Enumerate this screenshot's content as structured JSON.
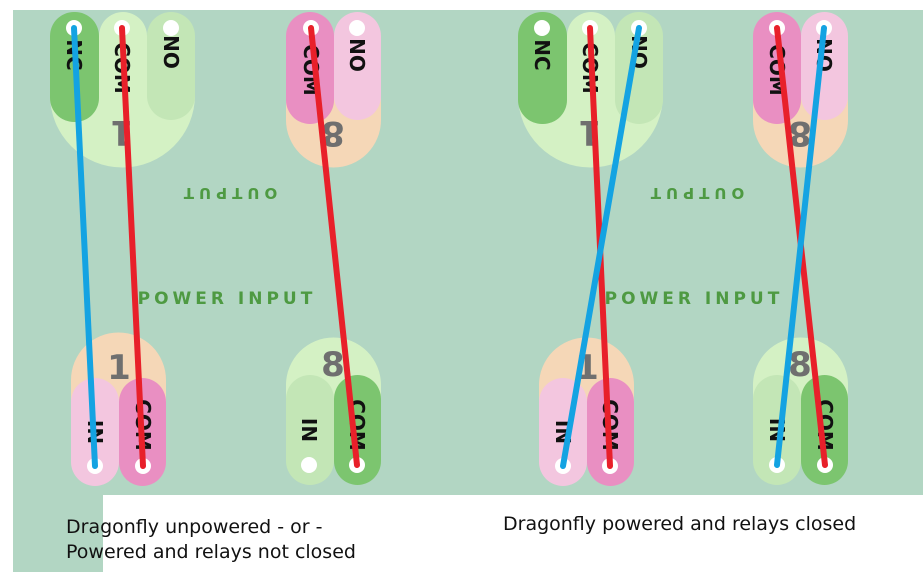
{
  "diagram": {
    "title": "",
    "panels": [
      {
        "section_output": "OUTPUT",
        "section_power": "POWER INPUT",
        "output_relay_1": {
          "number": "1",
          "pins": [
            "NC",
            "COM",
            "NO"
          ]
        },
        "output_relay_8": {
          "number": "8",
          "pins": [
            "COM",
            "NO"
          ]
        },
        "input_relay_1": {
          "number": "1",
          "pins": [
            "IN",
            "COM"
          ]
        },
        "input_relay_8": {
          "number": "8",
          "pins": [
            "IN",
            "COM"
          ]
        },
        "caption_line1": "Dragonfly unpowered - or -",
        "caption_line2": "Powered and relays  not closed"
      },
      {
        "section_output": "OUTPUT",
        "section_power": "POWER INPUT",
        "output_relay_1": {
          "number": "1",
          "pins": [
            "NC",
            "COM",
            "NO"
          ]
        },
        "output_relay_8": {
          "number": "8",
          "pins": [
            "COM",
            "NO"
          ]
        },
        "input_relay_1": {
          "number": "1",
          "pins": [
            "IN",
            "COM"
          ]
        },
        "input_relay_8": {
          "number": "8",
          "pins": [
            "IN",
            "COM"
          ]
        },
        "caption_line1": "Dragonfly powered and relays closed"
      }
    ],
    "colors": {
      "board": "#b2d6c3",
      "wire_red": "#e8202a",
      "wire_blue": "#14a3e2",
      "green_dark": "#7cc56f",
      "green_light": "#c3e6b6",
      "green_pale": "#d4f1c4",
      "pink_dark": "#e98fc2",
      "pink_light": "#f3c6df",
      "peach": "#f5d7b7"
    }
  }
}
